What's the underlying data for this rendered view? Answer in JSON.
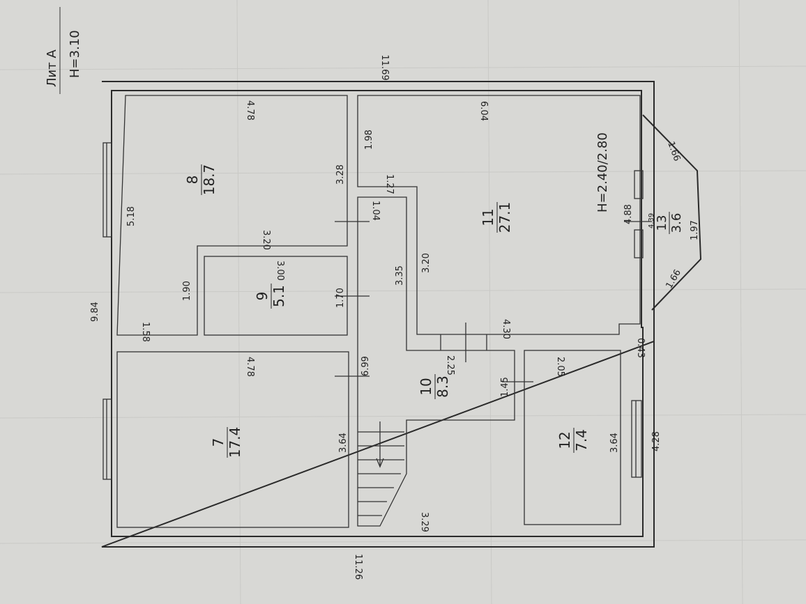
{
  "title_block": {
    "lit": "Лит А",
    "height": "H=3.10"
  },
  "overall": {
    "top": "11.69",
    "bottom": "11.26",
    "left": "9.84",
    "right_small": "4.28",
    "right_gap": "0.43"
  },
  "rooms": [
    {
      "number": "7",
      "area": "17.4",
      "dims": [
        "4.78",
        "3.64"
      ]
    },
    {
      "number": "8",
      "area": "18.7",
      "dims": [
        "4.78",
        "5.18",
        "3.28",
        "3.20",
        "1.90",
        "1.58"
      ]
    },
    {
      "number": "9",
      "area": "5.1",
      "dims": [
        "3.00",
        "1.70"
      ]
    },
    {
      "number": "10",
      "area": "8.3",
      "dims": [
        "1.04",
        "3.35",
        "6.99",
        "2.25",
        "1.45",
        "3.29"
      ]
    },
    {
      "number": "11",
      "area": "27.1",
      "dims": [
        "6.04",
        "1.98",
        "1.27",
        "3.20",
        "4.30",
        "4.88"
      ],
      "height": "H=2.40/2.80"
    },
    {
      "number": "12",
      "area": "7.4",
      "dims": [
        "2.05",
        "3.64"
      ]
    },
    {
      "number": "13",
      "area": "3.6",
      "dims": [
        "1.66",
        "1.66",
        "1.97",
        "4.39"
      ]
    }
  ]
}
